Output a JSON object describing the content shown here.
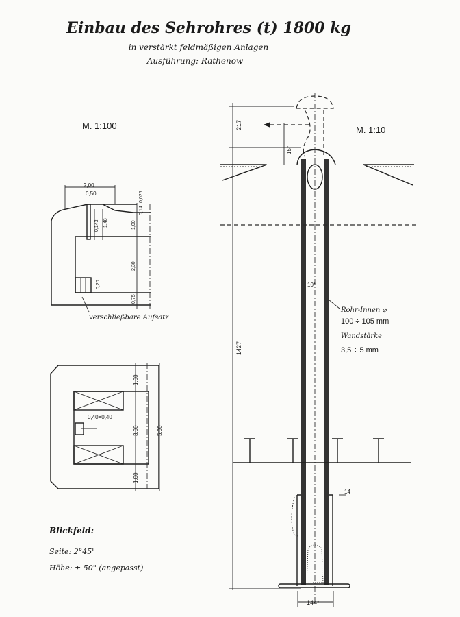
{
  "header": {
    "title": "Einbau des Sehrohres (t) 1800 kg",
    "subtitle": "in verstärkt feldmäßigen Anlagen",
    "execution": "Ausführung: Rathenow"
  },
  "section_view": {
    "scale": "M. 1:100",
    "dims": [
      "2,00",
      "0,50",
      "0,026",
      "0,14",
      "0,143",
      "1,48",
      "1,00",
      "2,30",
      "0,20",
      "0,75"
    ],
    "callout": "verschließbare Aufsatz"
  },
  "plan_view": {
    "dims": [
      "1,00",
      "3,00",
      "1,00",
      "5,00"
    ],
    "square_label": "0,40×0,40"
  },
  "detail_view": {
    "scale": "M. 1:10",
    "dims": [
      "217",
      "1427",
      "15°",
      "10*",
      "14",
      "144*"
    ],
    "pipe_note": [
      "Rohr-Innen ⌀",
      "100 ÷ 105 mm",
      "Wandstärke",
      "3,5 ÷ 5 mm"
    ]
  },
  "field_of_view": {
    "heading": "Blickfeld:",
    "side": "Seite: 2°45'",
    "height": "Höhe: ± 50\" (angepasst)"
  }
}
